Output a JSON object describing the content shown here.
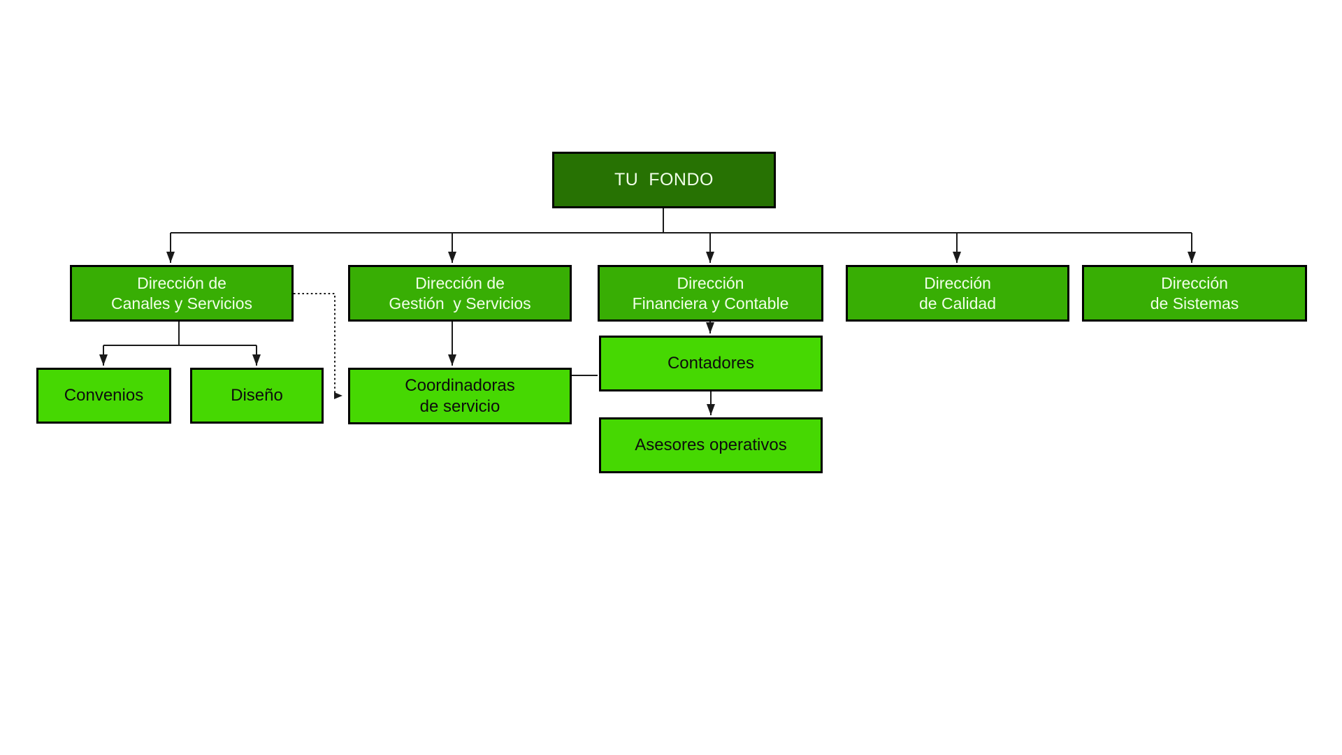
{
  "diagram": {
    "type": "org-chart",
    "root_title": "TU  FONDO"
  },
  "nodes": {
    "tu_fondo": {
      "label": "TU  FONDO",
      "level": "root"
    },
    "canales": {
      "label": "Dirección de\nCanales y Servicios",
      "level": "branch"
    },
    "gestion": {
      "label": "Dirección de\nGestión  y Servicios",
      "level": "branch"
    },
    "financiera": {
      "label": "Dirección\nFinanciera y Contable",
      "level": "branch"
    },
    "calidad": {
      "label": "Dirección\nde Calidad",
      "level": "branch"
    },
    "sistemas": {
      "label": "Dirección\nde Sistemas",
      "level": "branch"
    },
    "convenios": {
      "label": "Convenios",
      "level": "leaf"
    },
    "diseno": {
      "label": "Diseño",
      "level": "leaf"
    },
    "coordinadoras": {
      "label": "Coordinadoras\nde servicio",
      "level": "leaf"
    },
    "contadores": {
      "label": "Contadores",
      "level": "leaf"
    },
    "asesores": {
      "label": "Asesores operativos",
      "level": "leaf"
    }
  },
  "edges": [
    {
      "from": "tu_fondo",
      "to": "canales",
      "style": "solid-arrow"
    },
    {
      "from": "tu_fondo",
      "to": "gestion",
      "style": "solid-arrow"
    },
    {
      "from": "tu_fondo",
      "to": "financiera",
      "style": "solid-arrow"
    },
    {
      "from": "tu_fondo",
      "to": "calidad",
      "style": "solid-arrow"
    },
    {
      "from": "tu_fondo",
      "to": "sistemas",
      "style": "solid-arrow"
    },
    {
      "from": "canales",
      "to": "convenios",
      "style": "solid-arrow"
    },
    {
      "from": "canales",
      "to": "diseno",
      "style": "solid-arrow"
    },
    {
      "from": "gestion",
      "to": "coordinadoras",
      "style": "solid-arrow"
    },
    {
      "from": "financiera",
      "to": "contadores",
      "style": "solid-arrow"
    },
    {
      "from": "contadores",
      "to": "asesores",
      "style": "solid-arrow"
    },
    {
      "from": "canales",
      "to": "coordinadoras",
      "style": "dotted-arrow"
    },
    {
      "from": "coordinadoras",
      "to": "contadores",
      "style": "solid-line"
    }
  ],
  "colors": {
    "background": "#FFFFFF",
    "root_fill": "#277203",
    "branch_fill": "#38AE04",
    "leaf_fill": "#46D802",
    "border": "#000000",
    "connector": "#1A1A1A",
    "root_text": "#F1FFE9",
    "branch_text": "#F1FFE9",
    "leaf_text": "#0D0D0D"
  }
}
